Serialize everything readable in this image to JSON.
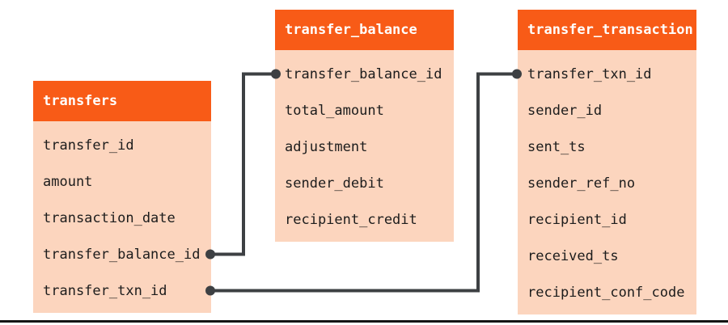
{
  "tables": [
    {
      "name": "transfers",
      "fields": [
        "transfer_id",
        "amount",
        "transaction_date",
        "transfer_balance_id",
        "transfer_txn_id"
      ]
    },
    {
      "name": "transfer_balance",
      "fields": [
        "transfer_balance_id",
        "total_amount",
        "adjustment",
        "sender_debit",
        "recipient_credit"
      ]
    },
    {
      "name": "transfer_transaction",
      "fields": [
        "transfer_txn_id",
        "sender_id",
        "sent_ts",
        "sender_ref_no",
        "recipient_id",
        "received_ts",
        "recipient_conf_code"
      ]
    }
  ],
  "relationships": [
    {
      "from": "transfers.transfer_balance_id",
      "to": "transfer_balance.transfer_balance_id"
    },
    {
      "from": "transfers.transfer_txn_id",
      "to": "transfer_transaction.transfer_txn_id"
    }
  ],
  "colors": {
    "header_bg": "#F85B17",
    "row_bg": "#FCD5BE",
    "header_text": "#FFFFFF",
    "field_text": "#1C1C1C",
    "connector": "#3D4043",
    "bottom_rule": "#141414"
  }
}
